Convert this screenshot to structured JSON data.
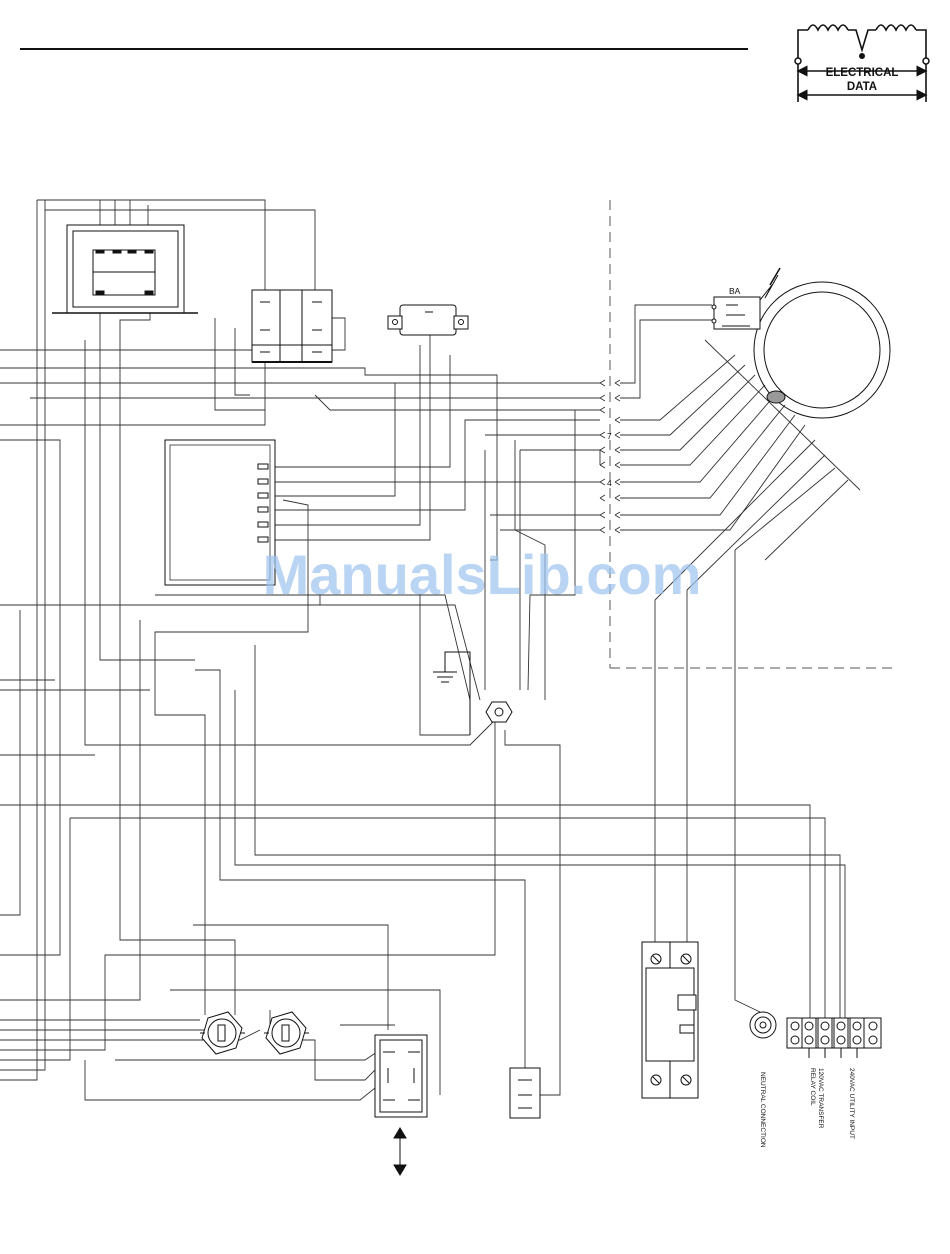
{
  "header": {
    "badge_line1": "ELECTRICAL",
    "badge_line2": "DATA"
  },
  "watermark": "ManualsLib.com",
  "labels": {
    "relay_ba": "BA",
    "terminal_7": "7",
    "terminal_4": "4"
  },
  "terminal_strip": {
    "neutral": "NEUTRAL CONNECTION",
    "transfer_line1": "120VAC TRANSFER",
    "transfer_line2": "RELAY COIL",
    "utility": "240VAC UTILITY INPUT"
  },
  "colors": {
    "line": "#333333",
    "watermark": "#9fc3ee"
  }
}
